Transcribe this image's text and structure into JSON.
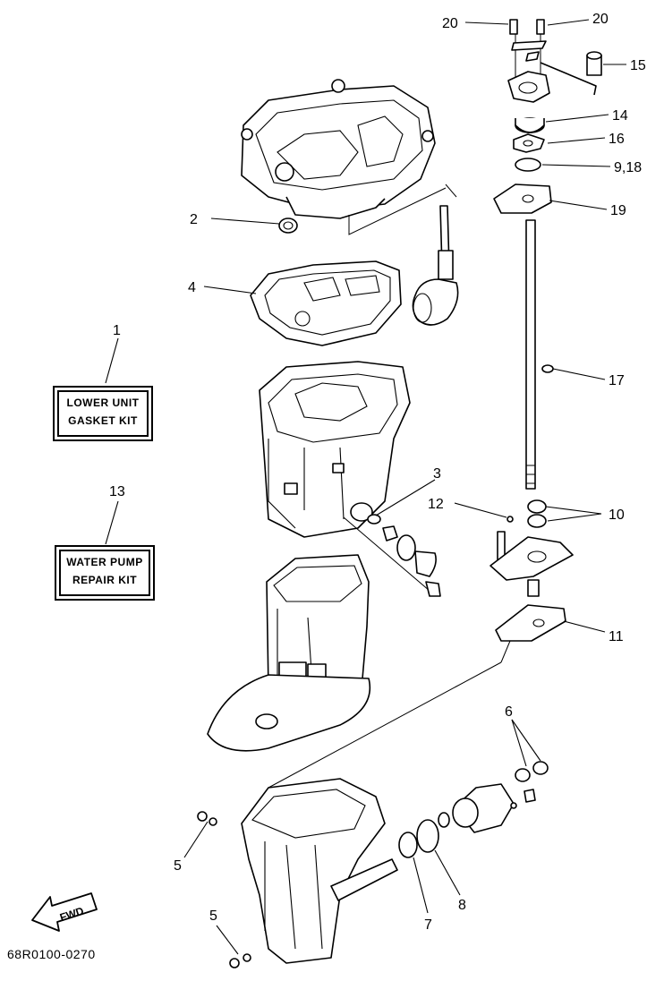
{
  "diagram": {
    "reference_code": "68R0100-0270",
    "fwd_label": "FWD",
    "kits": [
      {
        "number": "1",
        "line1": "LOWER UNIT",
        "line2": "GASKET KIT"
      },
      {
        "number": "13",
        "line1": "WATER PUMP",
        "line2": "REPAIR KIT"
      }
    ],
    "callouts": {
      "c20a": "20",
      "c20b": "20",
      "c15": "15",
      "c14": "14",
      "c16": "16",
      "c9_18": "9,18",
      "c19": "19",
      "c2": "2",
      "c4": "4",
      "c17": "17",
      "c3": "3",
      "c12": "12",
      "c10": "10",
      "c11": "11",
      "c6": "6",
      "c5a": "5",
      "c5b": "5",
      "c7": "7",
      "c8": "8"
    }
  }
}
